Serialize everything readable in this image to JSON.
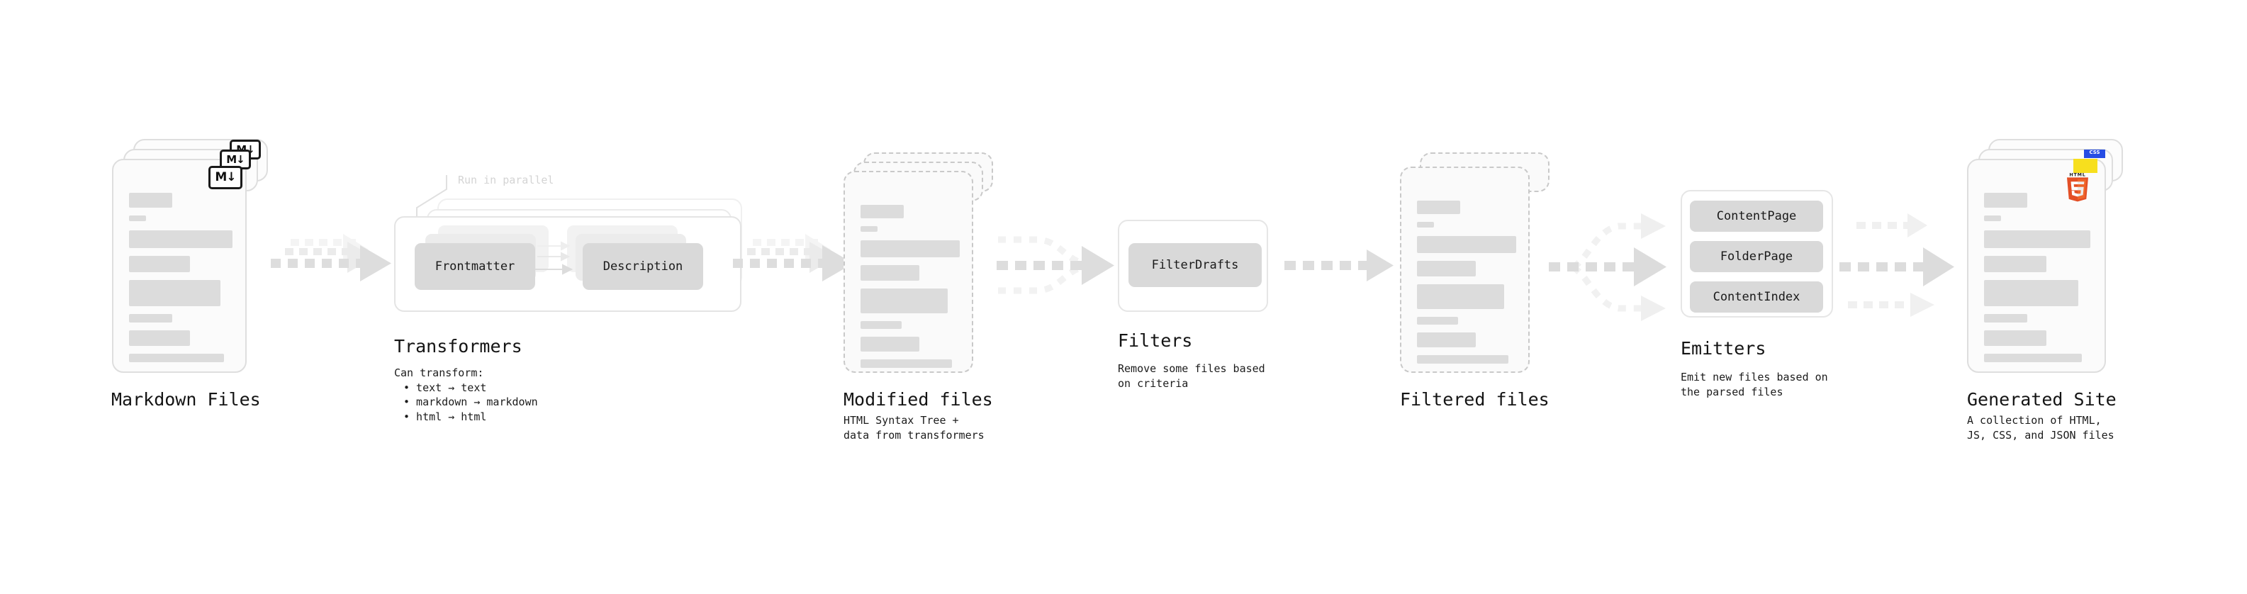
{
  "diagram": {
    "title_row_y": 0,
    "stages": [
      {
        "id": "markdown-files",
        "title": "Markdown Files",
        "subtitle": "",
        "badge": "M↓",
        "badge_name": "markdown-badge"
      },
      {
        "id": "transformers",
        "title": "Transformers",
        "annotation": "Run in parallel",
        "subtitle_lead": "Can transform:",
        "bullets": [
          "• text → text",
          "• markdown → markdown",
          "• html → html"
        ],
        "chips": [
          "Frontmatter",
          "Description"
        ]
      },
      {
        "id": "modified-files",
        "title": "Modified files",
        "subtitle": "HTML Syntax Tree +\ndata from transformers"
      },
      {
        "id": "filters",
        "title": "Filters",
        "subtitle": "Remove some files based\non criteria",
        "chips": [
          "FilterDrafts"
        ]
      },
      {
        "id": "filtered-files",
        "title": "Filtered files",
        "subtitle": ""
      },
      {
        "id": "emitters",
        "title": "Emitters",
        "subtitle": "Emit new files based on\nthe parsed files",
        "chips": [
          "ContentPage",
          "FolderPage",
          "ContentIndex"
        ]
      },
      {
        "id": "generated-site",
        "title": "Generated Site",
        "subtitle": "A collection of HTML,\nJS, CSS, and JSON files",
        "badges": [
          "CSS",
          "JS",
          "HTML5"
        ]
      }
    ],
    "colors": {
      "background": "#ffffff",
      "card_fill": "#fbfbfb",
      "card_border": "#dedede",
      "dashed_border": "#c9c9c9",
      "bar_fill": "#dcdcdc",
      "chip_fill": "#d9d9d9",
      "chip_ghost_fill": "#ececec",
      "arrow_fill": "#d8d8d8",
      "arrow_fill_faded": "#efefef",
      "text": "#141414",
      "annotation_text": "#d4d4d4",
      "css_blue": "#264de4",
      "js_yellow": "#f7df1e",
      "html5_orange": "#e34f26",
      "html5_orange_light": "#ef652a",
      "markdown_black": "#1a1a1a"
    },
    "html5_badge_text": "HTML",
    "html5_badge_number": "5",
    "css_badge_text": "CSS"
  }
}
